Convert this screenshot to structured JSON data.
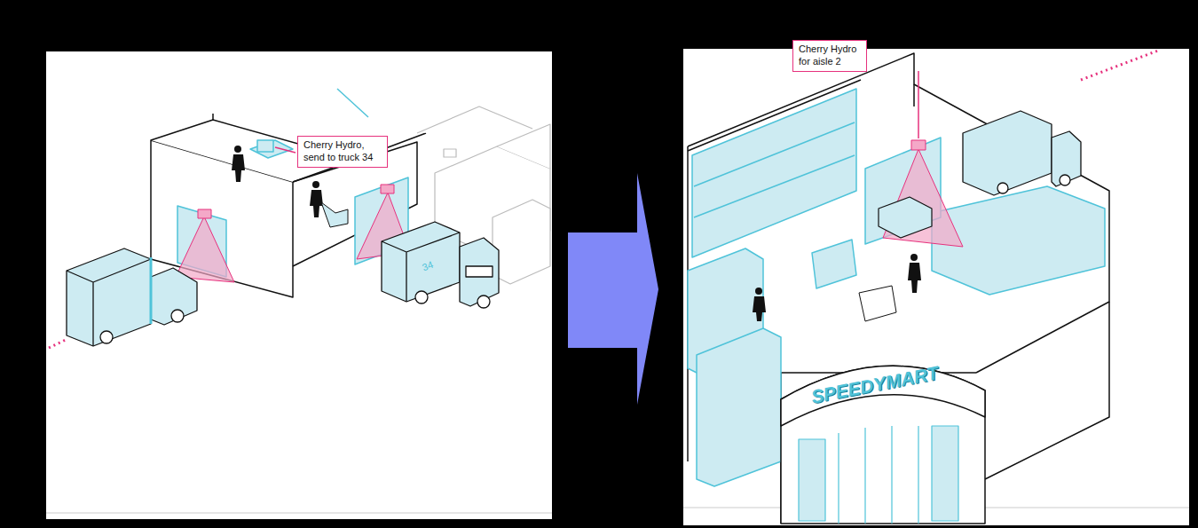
{
  "diagram": {
    "nodes": [
      {
        "text": [
          "Cherry Hydro, send to truck 34"
        ]
      },
      {
        "text": [
          "Cherry Hydro for aisle 2"
        ]
      }
    ],
    "labels": [
      "34",
      "SPEEDYMART"
    ]
  }
}
